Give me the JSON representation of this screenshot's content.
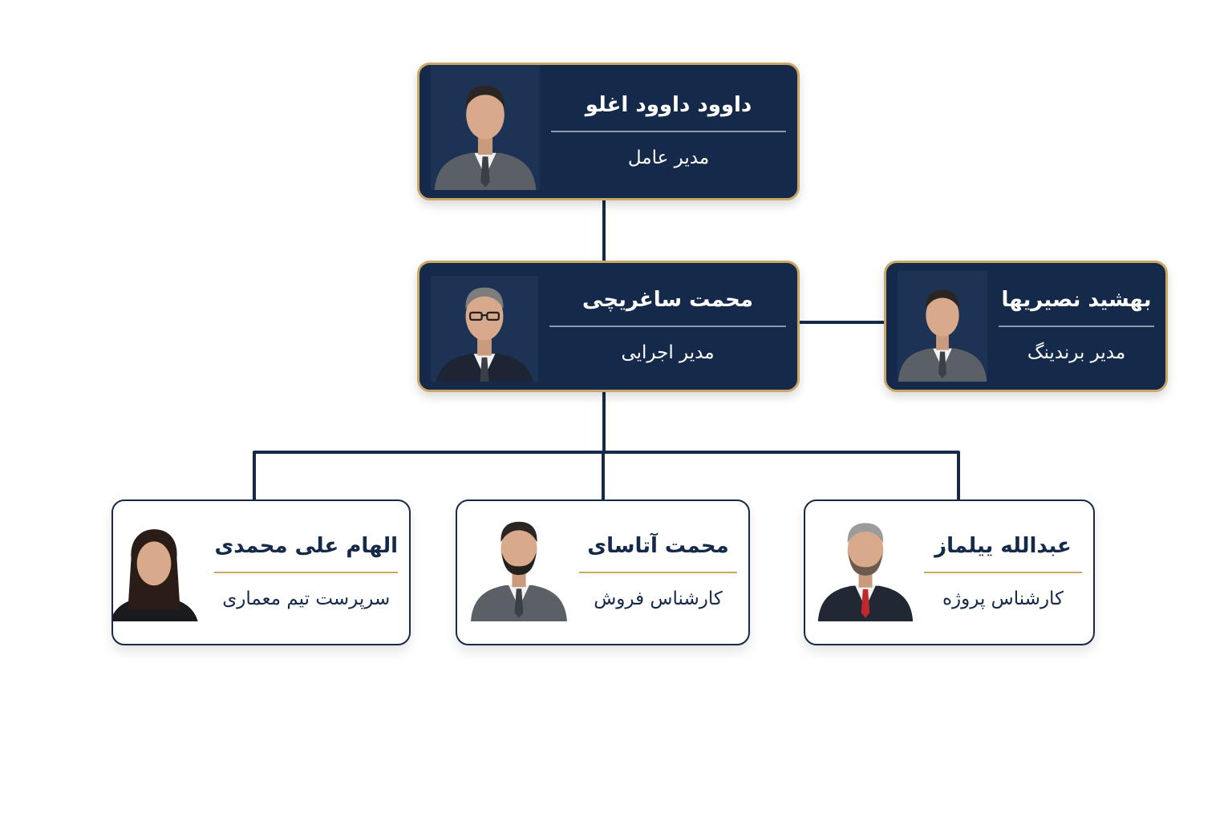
{
  "people": [
    {
      "id": "ceo",
      "name": "داوود داوود اغلو",
      "role": "مدیر عامل",
      "style": "dark",
      "photo": "male-suit-portrait"
    },
    {
      "id": "exec",
      "name": "محمت ساغریچی",
      "role": "مدیر اجرایی",
      "style": "dark",
      "photo": "male-glasses-portrait"
    },
    {
      "id": "brand",
      "name": "بهشید نصیریها",
      "role": "مدیر برندینگ",
      "style": "dark",
      "photo": "male-suit-portrait"
    },
    {
      "id": "arch",
      "name": "الهام علی محمدی",
      "role": "سرپرست تیم معماری",
      "style": "light",
      "photo": "female-portrait"
    },
    {
      "id": "sales",
      "name": "محمت آتاسای",
      "role": "کارشناس فروش",
      "style": "light",
      "photo": "male-bearded-portrait"
    },
    {
      "id": "project",
      "name": "عبدالله ییلماز",
      "role": "کارشناس پروژه",
      "style": "light",
      "photo": "male-smiling-portrait"
    }
  ],
  "links": [
    {
      "from": "ceo",
      "to": "exec"
    },
    {
      "from": "exec",
      "to": "brand"
    },
    {
      "from": "exec",
      "to": "arch"
    },
    {
      "from": "exec",
      "to": "sales"
    },
    {
      "from": "exec",
      "to": "project"
    }
  ],
  "colors": {
    "navy": "#15294a",
    "gold": "#c9a866",
    "line": "#15294a",
    "background": "#ffffff"
  }
}
